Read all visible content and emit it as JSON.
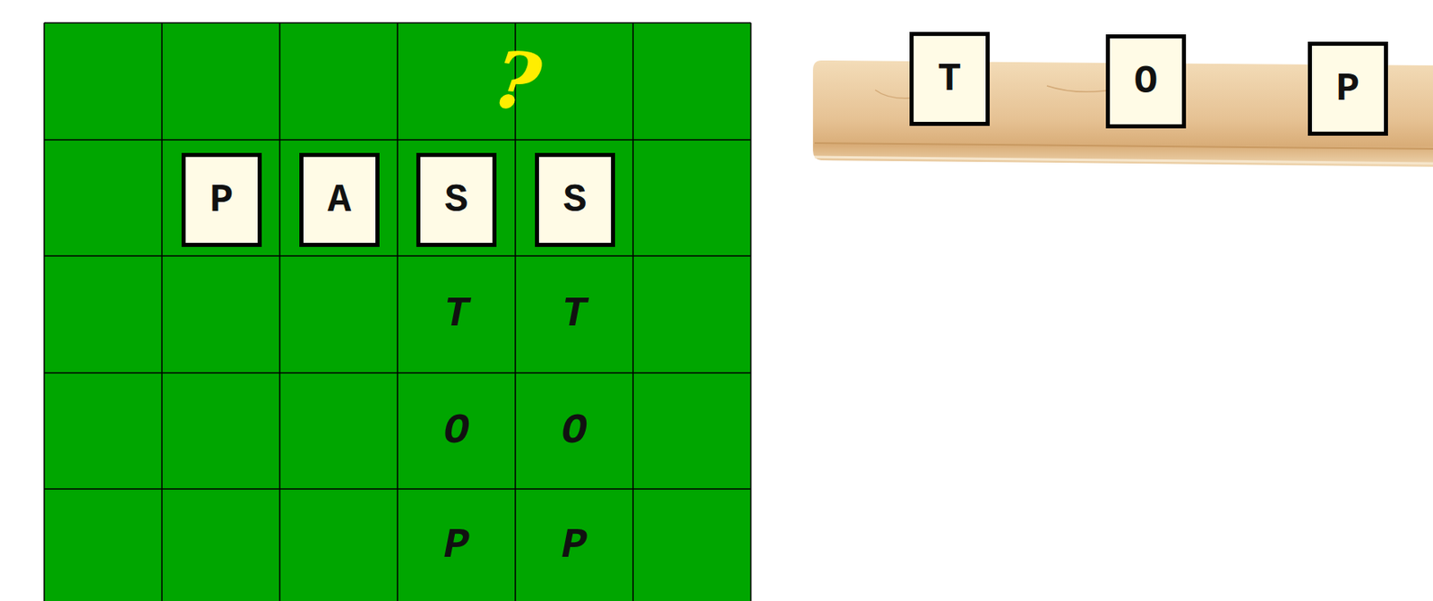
{
  "diagram": {
    "nodes": [
      {
        "text": [
          "P"
        ]
      },
      {
        "text": [
          "A"
        ]
      },
      {
        "text": [
          "S"
        ]
      },
      {
        "text": [
          "S"
        ]
      },
      {
        "text": [
          "T"
        ]
      },
      {
        "text": [
          "O"
        ]
      },
      {
        "text": [
          "P"
        ]
      }
    ],
    "labels": [
      "?",
      "T",
      "T",
      "O",
      "O",
      "P",
      "P"
    ]
  }
}
